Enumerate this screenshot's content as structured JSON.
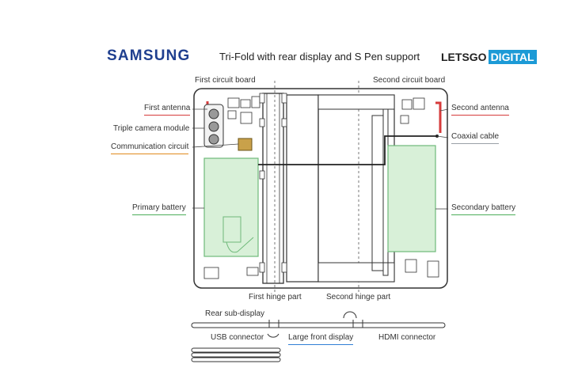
{
  "header": {
    "brand_left": "SAMSUNG",
    "title": "Tri-Fold with rear display and S Pen support",
    "brand_right_a": "LETSGO",
    "brand_right_b": "DIGITAL"
  },
  "labels": {
    "first_circuit_board": "First circuit board",
    "second_circuit_board": "Second circuit board",
    "first_antenna": "First antenna",
    "triple_camera_module": "Triple camera module",
    "communication_circuit": "Communication circuit",
    "primary_battery": "Primary battery",
    "second_antenna": "Second antenna",
    "coaxial_cable": "Coaxial cable",
    "secondary_battery": "Secondary battery",
    "first_hinge_part": "First hinge part",
    "second_hinge_part": "Second hinge part",
    "rear_sub_display": "Rear sub-display",
    "usb_connector": "USB connector",
    "large_front_display": "Large front display",
    "hdmi_connector": "HDMI connector"
  },
  "colors": {
    "battery_fill": "#d8f0d8",
    "battery_stroke": "#6fb97a",
    "antenna": "#d63b3b",
    "comm_circuit": "#c9a14a",
    "brand_blue": "#1f3f8f",
    "digital_bg": "#1c9ad6"
  }
}
